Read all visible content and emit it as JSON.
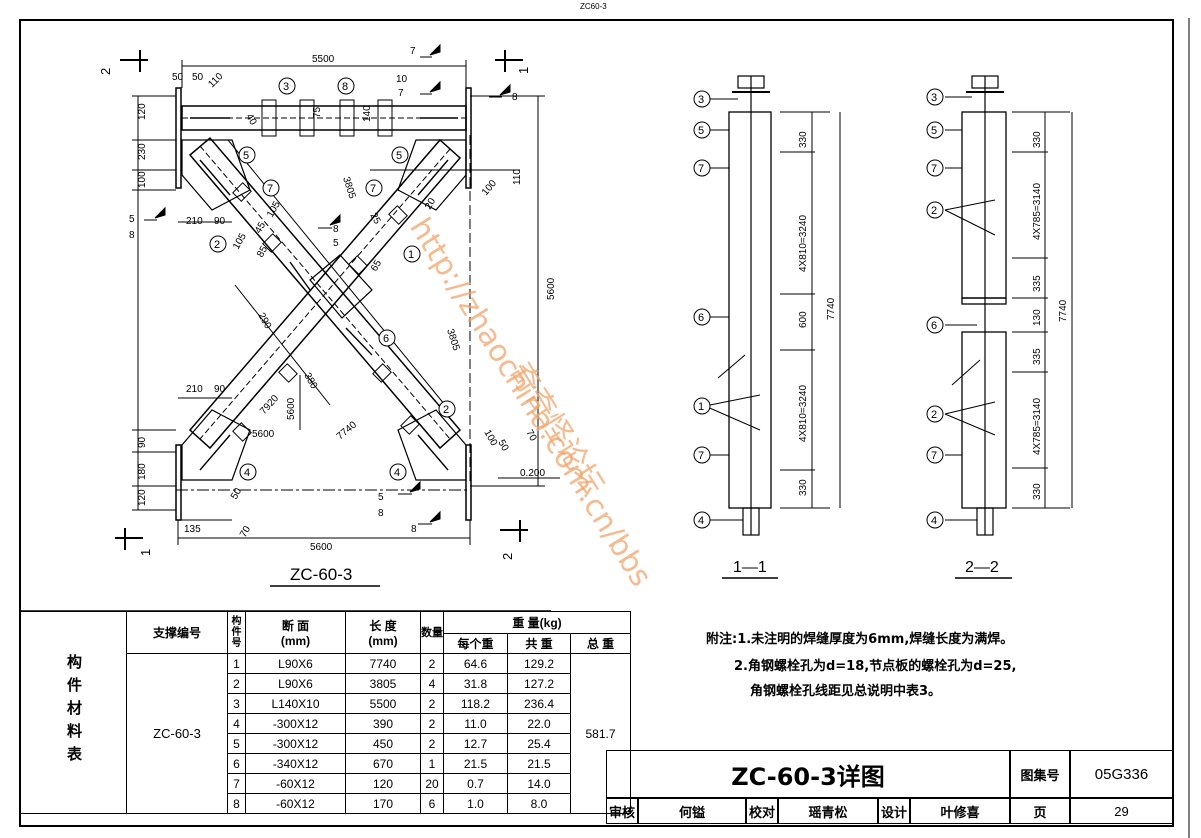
{
  "header_text": "ZC60-3",
  "section_view_titles": {
    "main": "ZC-60-3",
    "s11": "1—1",
    "s22": "2—2"
  },
  "main_dims": {
    "top_length": "5500",
    "bottom_length": "5600",
    "right_height": "5600",
    "diag_len": "3805",
    "diag_len_right": "3805",
    "full_diag": "7740",
    "seg_7920": "7920",
    "seg_5600": "5600",
    "seg_5600b": "5600",
    "d50a": "50",
    "d50b": "50",
    "d110a": "110",
    "d120": "120",
    "d230": "230",
    "d100": "100",
    "d210": "210",
    "d90": "90",
    "d105a": "105",
    "d105b": "105",
    "d45": "45",
    "d85": "85",
    "d290": "290",
    "d380": "380",
    "d75": "75",
    "d140": "140",
    "d40": "40",
    "d25": "25",
    "d20": "20",
    "d110b": "110",
    "d100b": "100",
    "d90b": "90",
    "d180": "180",
    "d120b": "120",
    "d135": "135",
    "d70": "70",
    "d50c": "50",
    "d100c": "100",
    "d50d": "50",
    "d70b": "70",
    "d65": "65",
    "d210b": "210",
    "d90c": "90",
    "elev": "0.200"
  },
  "weld_marks": {
    "w1": "7",
    "w2": "10",
    "w3": "7",
    "w4": "8",
    "w5": "5",
    "w6": "8",
    "w7": "8",
    "w8": "5",
    "w9": "5",
    "w10": "8",
    "w11": "8"
  },
  "callouts": [
    "1",
    "2",
    "3",
    "4",
    "5",
    "6",
    "7",
    "8"
  ],
  "section_dims_11": {
    "a": "330",
    "b": "4X810=3240",
    "c": "600",
    "d": "4X810=3240",
    "e": "330",
    "total": "7740"
  },
  "section_dims_22": {
    "a": "330",
    "b": "4X785=3140",
    "c": "335",
    "d": "130",
    "e": "335",
    "f": "4X785=3140",
    "g": "330",
    "total": "7740"
  },
  "materials": {
    "side_label": "构件材料表",
    "headers": {
      "brace": "支撑编号",
      "part": "构件号",
      "section": "断 面",
      "section_unit": "(mm)",
      "length": "长 度",
      "length_unit": "(mm)",
      "qty": "数量",
      "weight": "重 量(kg)",
      "each": "每个重",
      "subtotal": "共 重",
      "total": "总 重"
    },
    "brace_id": "ZC-60-3",
    "total_weight": "581.7",
    "rows": [
      {
        "no": "1",
        "section": "L90X6",
        "length": "7740",
        "qty": "2",
        "each": "64.6",
        "sum": "129.2"
      },
      {
        "no": "2",
        "section": "L90X6",
        "length": "3805",
        "qty": "4",
        "each": "31.8",
        "sum": "127.2"
      },
      {
        "no": "3",
        "section": "L140X10",
        "length": "5500",
        "qty": "2",
        "each": "118.2",
        "sum": "236.4"
      },
      {
        "no": "4",
        "section": "-300X12",
        "length": "390",
        "qty": "2",
        "each": "11.0",
        "sum": "22.0"
      },
      {
        "no": "5",
        "section": "-300X12",
        "length": "450",
        "qty": "2",
        "each": "12.7",
        "sum": "25.4"
      },
      {
        "no": "6",
        "section": "-340X12",
        "length": "670",
        "qty": "1",
        "each": "21.5",
        "sum": "21.5"
      },
      {
        "no": "7",
        "section": "-60X12",
        "length": "120",
        "qty": "20",
        "each": "0.7",
        "sum": "14.0"
      },
      {
        "no": "8",
        "section": "-60X12",
        "length": "170",
        "qty": "6",
        "each": "1.0",
        "sum": "8.0"
      }
    ]
  },
  "notes": {
    "line1": "附注:1.未注明的焊缝厚度为6mm,焊缝长度为满焊。",
    "line2": "2.角钢螺栓孔为d=18,节点板的螺栓孔为d=25,",
    "line3": "角钢螺栓孔线距见总说明中表3。"
  },
  "title_block": {
    "title": "ZC-60-3详图",
    "atlas_label": "图集号",
    "atlas_no": "05G336",
    "review": "审核",
    "reviewer": "何镒",
    "check": "校对",
    "checker": "瑶青松",
    "design": "设计",
    "designer": "叶修喜",
    "page_label": "页",
    "page_no": "29"
  },
  "watermark": {
    "line1": "http://zhaochina.com.cn/bbs",
    "line2": "奇奇怪论坛"
  }
}
